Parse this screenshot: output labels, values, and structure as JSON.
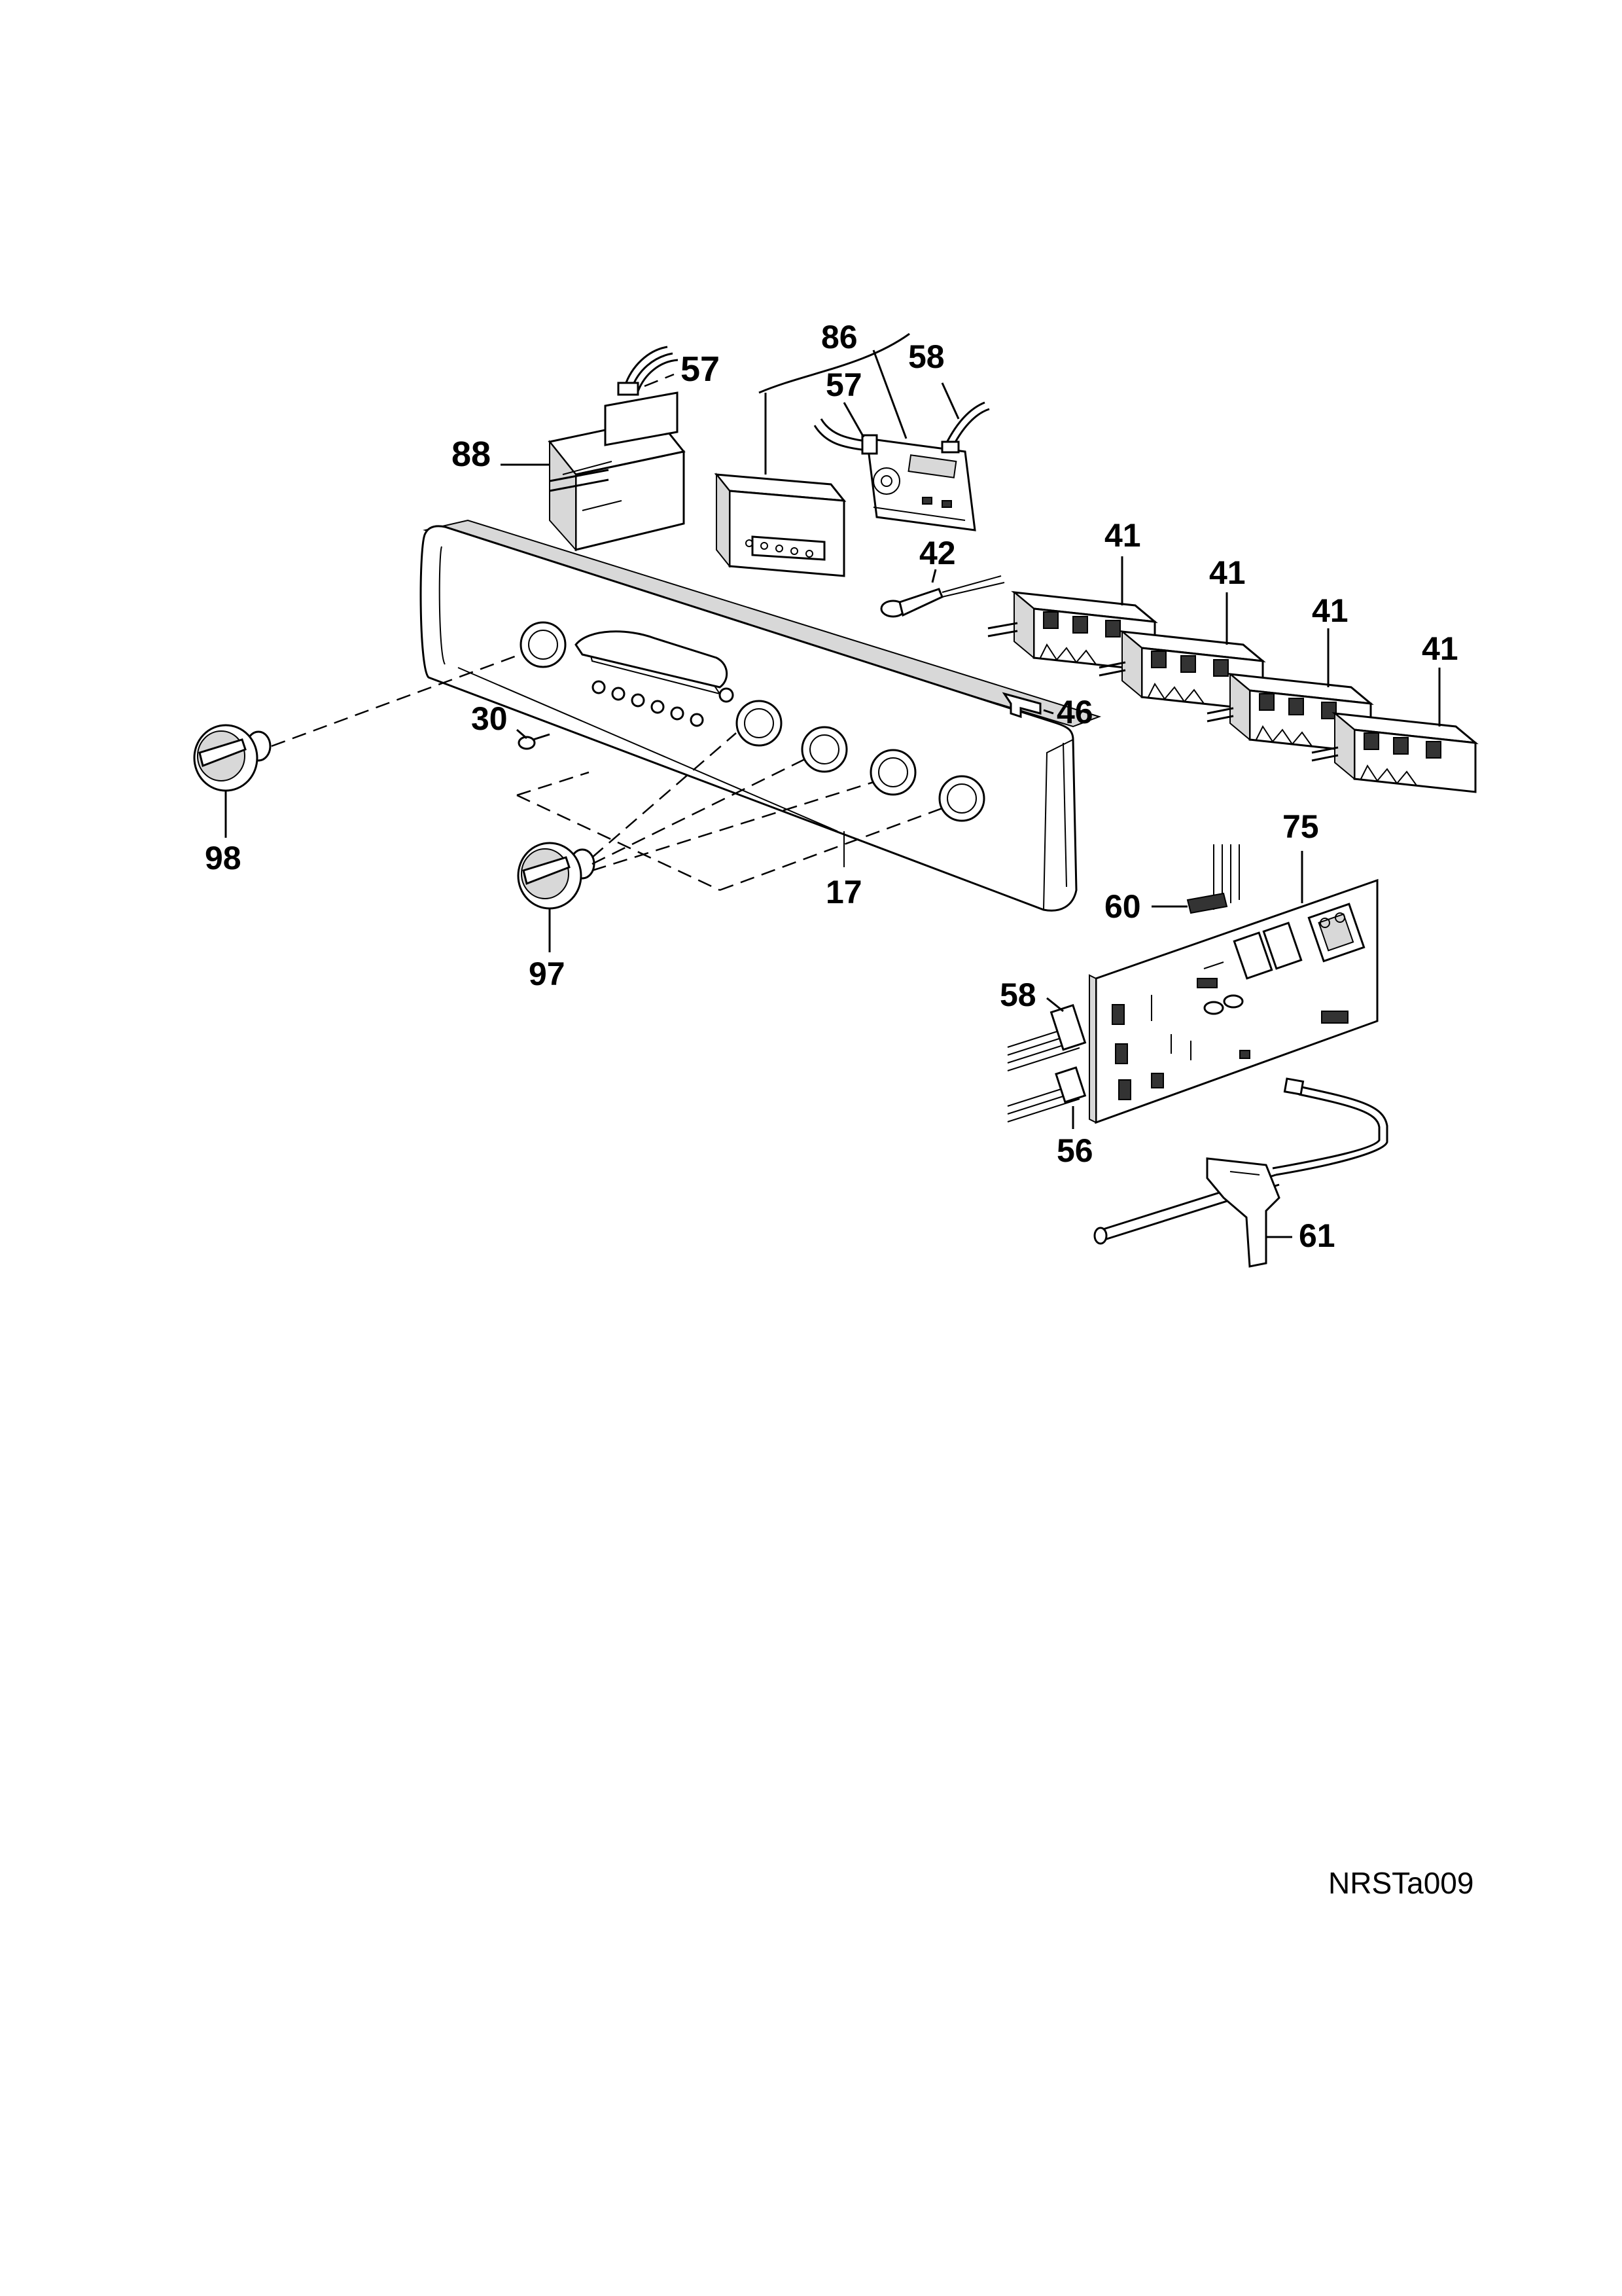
{
  "drawing_code": "NRSTa009",
  "callouts": {
    "c17": "17",
    "c30": "30",
    "c41a": "41",
    "c41b": "41",
    "c41c": "41",
    "c41d": "41",
    "c42": "42",
    "c46": "46",
    "c56": "56",
    "c57a": "57",
    "c57b": "57",
    "c58a": "58",
    "c58b": "58",
    "c60": "60",
    "c61": "61",
    "c75": "75",
    "c86": "86",
    "c88": "88",
    "c97": "97",
    "c98": "98"
  }
}
